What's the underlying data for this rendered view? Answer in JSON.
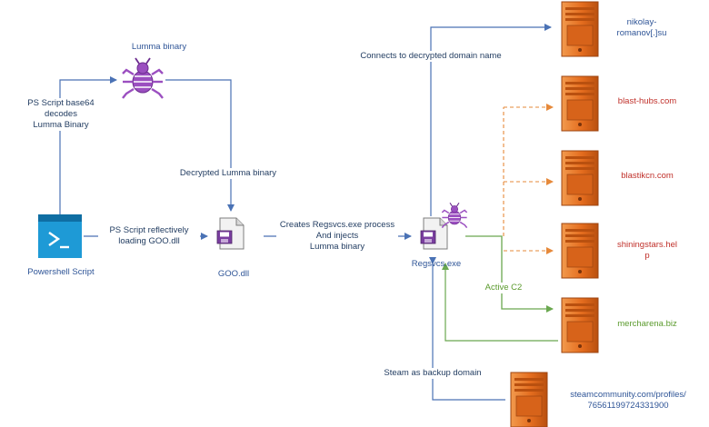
{
  "nodes": {
    "lumma_binary": "Lumma  binary",
    "powershell_script": "Powershell Script",
    "goo_dll": "GOO.dll",
    "regsvcs": "Regsvcs.exe",
    "domains": {
      "nikolay_line1": "nikolay-",
      "nikolay_line2": "romanov[.]su",
      "blast_hubs": "blast-hubs.com",
      "blastikcn": "blastikcn.com",
      "shiningstars_line1": "shiningstars.hel",
      "shiningstars_line2": "p",
      "mercharena": "mercharena.biz",
      "steam_line1": "steamcommunity.com/profiles/",
      "steam_line2": "76561199724331900"
    }
  },
  "edges": {
    "ps_decodes_line1": "PS Script base64",
    "ps_decodes_line2": "decodes",
    "ps_decodes_line3": "Lumma Binary",
    "decrypted_lumma": "Decrypted Lumma binary",
    "reflective_line1": "PS Script reflectively",
    "reflective_line2": "loading GOO.dll",
    "creates_line1": "Creates Regsvcs.exe process",
    "creates_line2": "And injects",
    "creates_line3": "Lumma binary",
    "connects": "Connects to decrypted domain name",
    "active_c2": "Active C2",
    "steam_backup": "Steam as backup domain"
  },
  "colors": {
    "connector": "#4a72b5",
    "dashed_c2": "#e6893a",
    "active_c2": "#6aa84f",
    "bug": "#9b4fc0",
    "server": "#e46c1e",
    "powershell": "#1e9ad6",
    "domain_red": "#c0302a",
    "domain_green": "#5a9a2c"
  },
  "icons": {
    "bug": "bug-icon",
    "server": "server-icon",
    "powershell": "powershell-icon",
    "file": "dll-file-icon"
  }
}
